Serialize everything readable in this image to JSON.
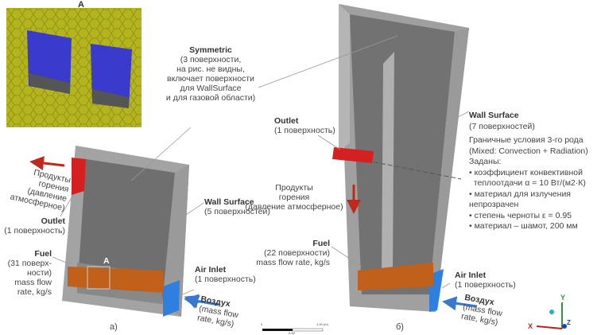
{
  "inset": {
    "label": "A"
  },
  "left": {
    "caption": "а)",
    "detail_label": "A",
    "products": [
      "Продукты",
      "горения",
      "(давление",
      "атмосферное)"
    ],
    "outlet": {
      "title": "Outlet",
      "sub": "(1 поверхность)"
    },
    "fuel": {
      "title": "Fuel",
      "lines": [
        "(31 поверх-",
        "ности)",
        "mass flow",
        "rate, kg/s"
      ]
    },
    "wall": {
      "title": "Wall Surface",
      "sub": "(5 поверхностей)"
    },
    "air_inlet": {
      "title": "Air Inlet",
      "sub": "(1 поверхность)"
    },
    "air": {
      "title": "Воздух",
      "lines": [
        "(mass flow",
        "rate, kg/s)"
      ]
    }
  },
  "symmetric": {
    "title": "Symmetric",
    "lines": [
      "(3 поверхности,",
      "на рис. не видны,",
      "включает поверхности",
      "для WallSurface",
      "и для газовой области)"
    ]
  },
  "right": {
    "caption": "б)",
    "outlet": {
      "title": "Outlet",
      "sub": "(1 поверхность)"
    },
    "products": [
      "Продукты",
      "горения",
      "(давление атмосферное)"
    ],
    "fuel": {
      "title": "Fuel",
      "lines": [
        "(22 поверхности)",
        "mass flow rate, kg/s"
      ]
    },
    "wall": {
      "title": "Wall Surface",
      "sub": "(7 поверхностей)",
      "lines": [
        "Граничные условия 3-го рода",
        "(Mixed: Convection + Radiation)",
        "Заданы:",
        "• коэффициент конвективной",
        "  теплоотдачи α = 10 Вт/(м2·К)",
        "• материал для излучения",
        "непрозрачен",
        "• степень черноты  ε = 0.95",
        "• материал – шамот, 200 мм"
      ]
    },
    "air_inlet": {
      "title": "Air Inlet",
      "sub": "(1 поверхность)"
    },
    "air": {
      "title": "Воздух",
      "lines": [
        "(mass flow",
        "rate, kg/s)"
      ]
    }
  },
  "scale_bar": {
    "start": "0",
    "mid": "0.50",
    "end": "1.00 (m)"
  },
  "axes": {
    "x": "X",
    "y": "Y",
    "z": "Z"
  },
  "colors": {
    "outlet": "#d42020",
    "inlet": "#2f7fe0",
    "fuel": "#c0601a",
    "wall": "#8a8a8a",
    "mesh": "#b8b820",
    "arrow_red": "#c0281e",
    "arrow_blue": "#3a78d0"
  }
}
